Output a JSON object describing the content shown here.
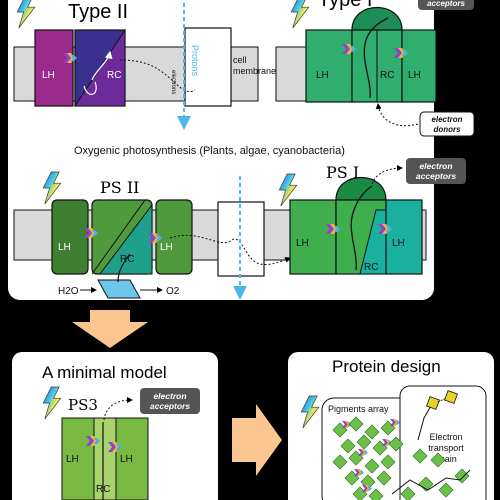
{
  "top_panel": {
    "type2": {
      "title": "Type II",
      "lh": "LH",
      "rc": "RC",
      "protons": "Protons",
      "electrons": "electrons",
      "membrane_line1": "cell",
      "membrane_line2": "membrane"
    },
    "type1": {
      "title": "Type I",
      "lh_left": "LH",
      "rc": "RC",
      "lh_right": "LH",
      "acceptors": "acceptors",
      "donors_line1": "electron",
      "donors_line2": "donors"
    },
    "caption": "Oxygenic photosynthesis (Plants, algae, cyanobacteria)",
    "ps2": {
      "title": "PS II",
      "lh_left": "LH",
      "rc": "RC",
      "lh_right": "LH",
      "h2o": "H2O",
      "o2": "O2"
    },
    "ps1": {
      "title": "PS I",
      "lh_left": "LH",
      "rc": "RC",
      "lh_right": "LH",
      "acceptors_line1": "electron",
      "acceptors_line2": "acceptors"
    }
  },
  "minimal_model": {
    "title": "A minimal model",
    "ps3": "PS3",
    "acceptors_line1": "electron",
    "acceptors_line2": "acceptors",
    "lh_left": "LH",
    "rc": "RC",
    "lh_right": "LH"
  },
  "protein_design": {
    "title": "Protein design",
    "pigments": "Pigments array",
    "etc_line1": "Electron",
    "etc_line2": "transport",
    "etc_line3": "chain"
  },
  "colors": {
    "background": "#000000",
    "panel": "#ffffff",
    "membrane_band": "#d9d9d9",
    "type2_lh": "#9a2a8c",
    "type2_rc": "#3b2f8f",
    "type1_green": "#2fae6e",
    "type1_dark": "#1e8e57",
    "ps2_dark": "#3f7f32",
    "ps2_green": "#4f9a3c",
    "ps2_teal": "#1fa08c",
    "ps1_green": "#3fae4c",
    "ps1_dark": "#1b8a45",
    "ps1_teal": "#19b0a0",
    "water_box": "#6ec6ea",
    "arrow_orange": "#fbc58f",
    "proton_arrow": "#4db8e8",
    "ps3_green": "#79b842",
    "ps3_light": "#a8d26a",
    "design_square": "#6cc04a"
  }
}
